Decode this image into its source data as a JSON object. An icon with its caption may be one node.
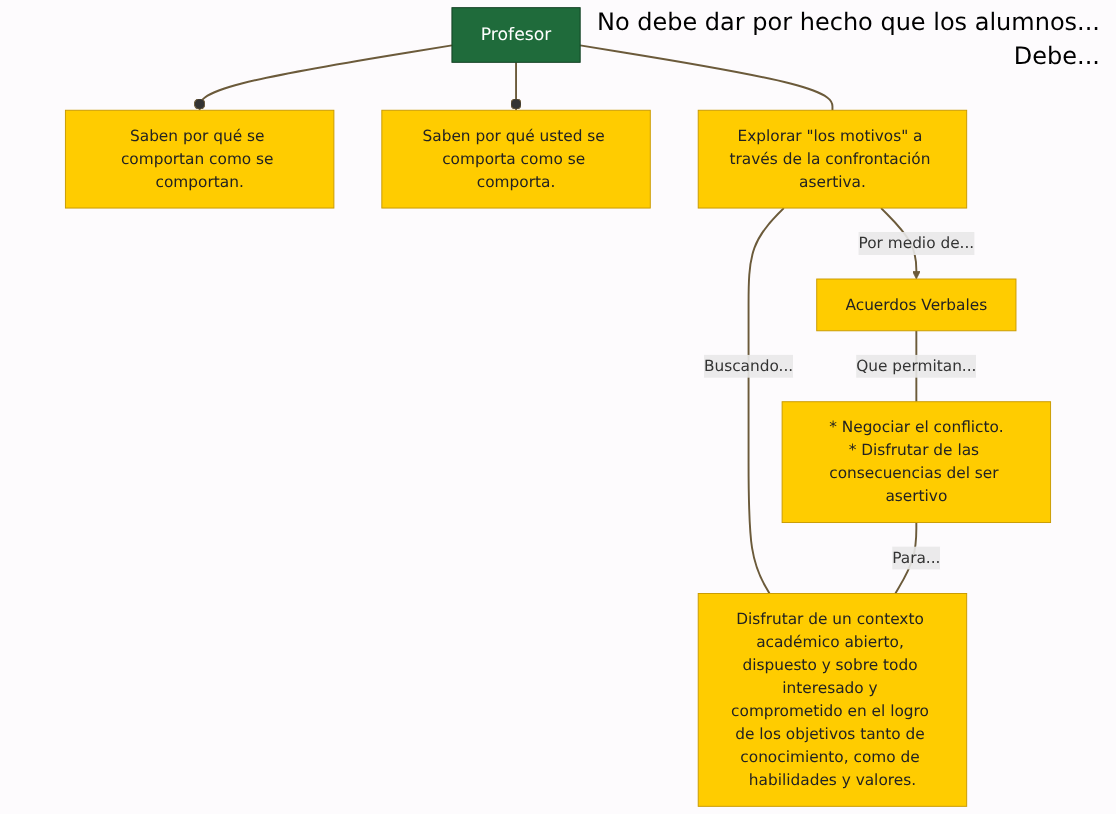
{
  "diagram": {
    "nodes": [
      {
        "text": [
          "Profesor"
        ]
      },
      {
        "text": [
          "Saben por qué se comportan como se comportan."
        ]
      },
      {
        "text": [
          "Saben por qué usted se comporta como se comporta."
        ]
      },
      {
        "text": [
          "Explorar \"los motivos\" a través de la confrontación asertiva."
        ]
      },
      {
        "text": [
          "Acuerdos Verbales"
        ]
      },
      {
        "text": [
          "Disfrutar de un contexto académico abierto, dispuesto y sobre todo interesado y comprometido en el logro de los objetivos tanto de conocimiento, como de habilidades y valores."
        ]
      },
      {
        "text": [
          "* Negociar el conflicto.",
          "* Disfrutar de las consecuencias del ser asertivo"
        ]
      }
    ],
    "edges": [
      {
        "from": 0,
        "to": 1,
        "arrow": "other"
      },
      {
        "from": 0,
        "to": 2,
        "arrow": "other"
      },
      {
        "from": 0,
        "to": 3,
        "arrow": "none"
      },
      {
        "from": 3,
        "to": 4,
        "arrow": "to",
        "label": "Por medio de..."
      },
      {
        "from": 3,
        "to": 5,
        "arrow": "none",
        "label": "Buscando..."
      },
      {
        "from": 4,
        "to": 6,
        "arrow": "none",
        "label": "Que permitan..."
      },
      {
        "from": 6,
        "to": 5,
        "arrow": "none",
        "label": "Para..."
      }
    ],
    "labels": [
      "No debe dar por hecho que los alumnos...",
      "Debe..."
    ]
  }
}
